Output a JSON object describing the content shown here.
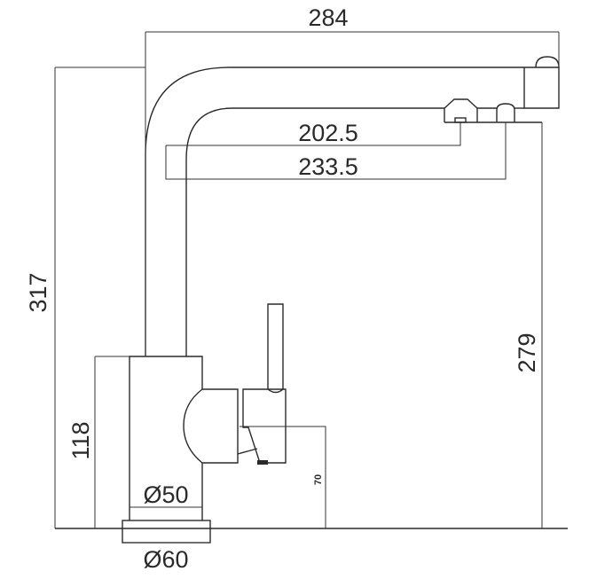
{
  "dimensions": {
    "overall_reach": "284",
    "spout_reach_1": "202.5",
    "spout_reach_2": "233.5",
    "overall_height": "317",
    "spout_height": "279",
    "body_height": "118",
    "handle_height": "70",
    "body_diameter": "Ø50",
    "base_diameter": "Ø60"
  }
}
